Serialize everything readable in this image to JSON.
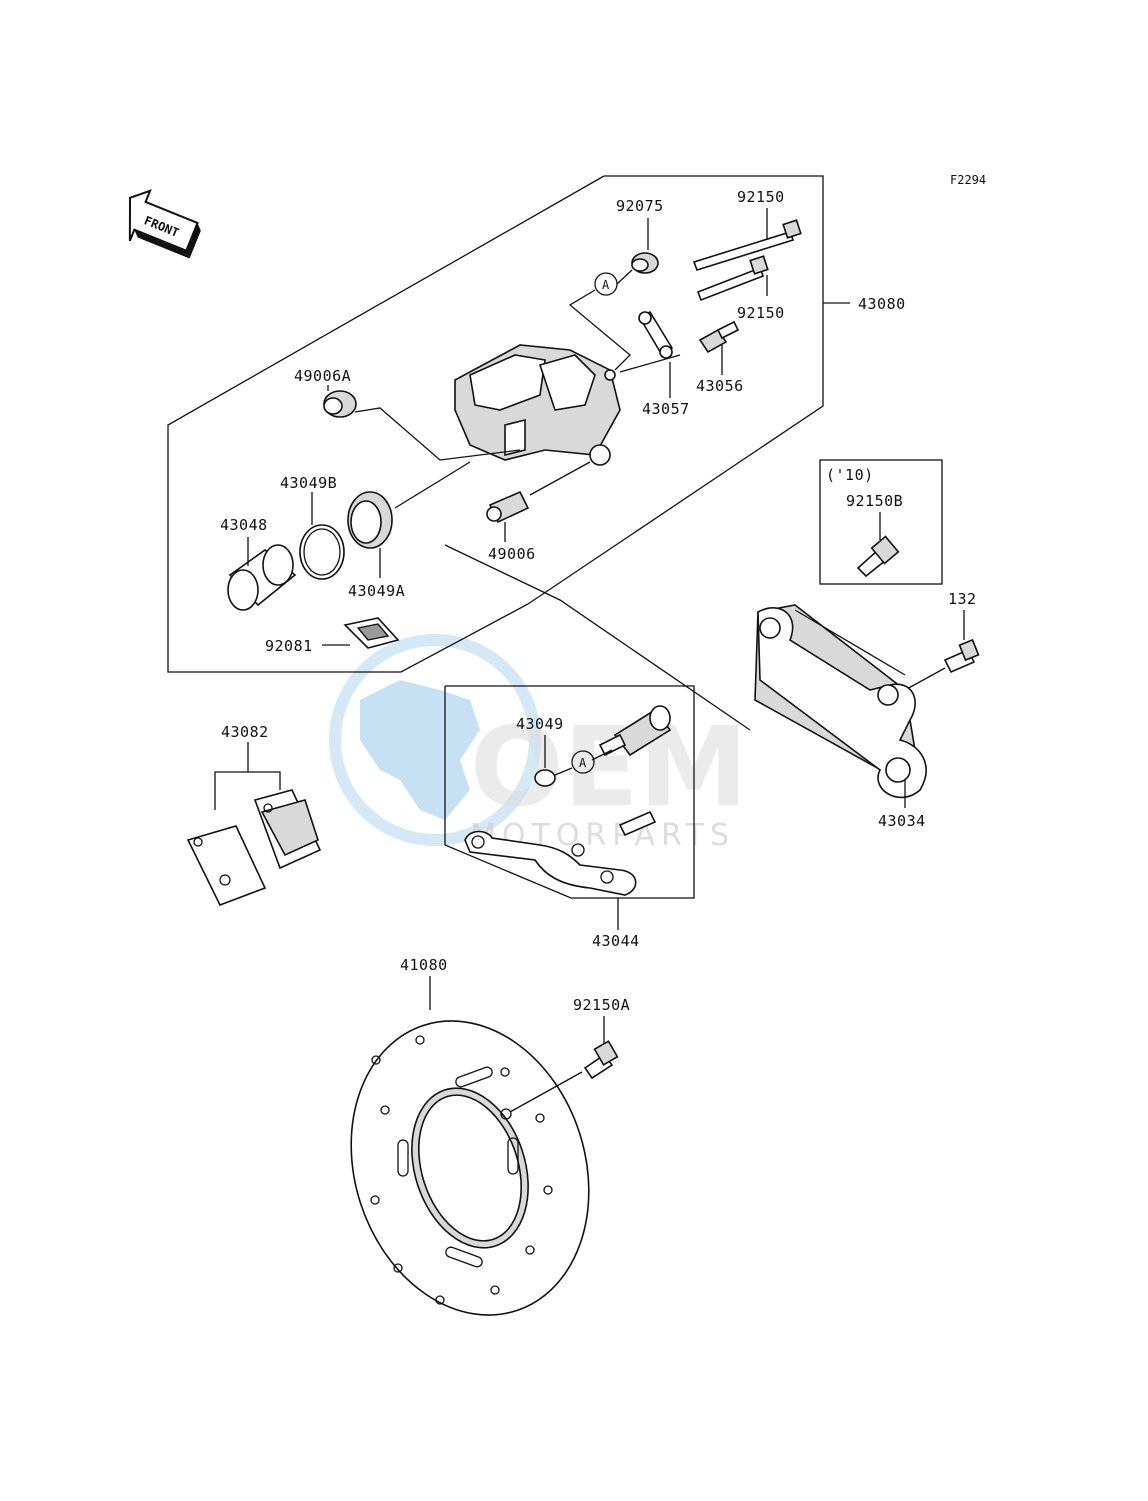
{
  "figure_code": "F2294",
  "direction_arrow": {
    "label": "FRONT"
  },
  "watermark": {
    "logo": "OEM",
    "sub": "MOTORPARTS"
  },
  "callouts": {
    "ref_a": "A"
  },
  "year_note": "('10)",
  "parts": {
    "p92075": "92075",
    "p92150_top": "92150",
    "p92150_mid": "92150",
    "p43080": "43080",
    "p49006A": "49006A",
    "p43057": "43057",
    "p43056": "43056",
    "p43049B": "43049B",
    "p43048": "43048",
    "p49006": "49006",
    "p43049A": "43049A",
    "p92081": "92081",
    "p92150B": "92150B",
    "p132": "132",
    "p43082": "43082",
    "p43049": "43049",
    "p43034": "43034",
    "p43044": "43044",
    "p41080": "41080",
    "p92150A": "92150A"
  }
}
